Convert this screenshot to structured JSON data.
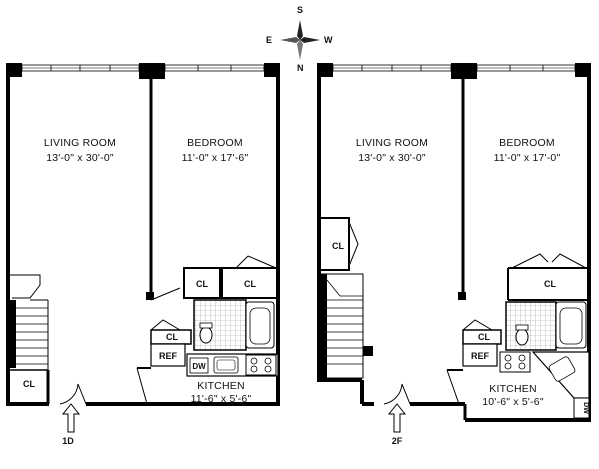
{
  "compass": {
    "north": "N",
    "south": "S",
    "east": "E",
    "west": "W"
  },
  "units": [
    {
      "unit_label": "1D",
      "living_room": {
        "name": "LIVING ROOM",
        "size": "13'-0\" x 30'-0\""
      },
      "bedroom": {
        "name": "BEDROOM",
        "size": "11'-0\" x 17'-6\""
      },
      "kitchen": {
        "name": "KITCHEN",
        "size": "11'-6\" x 5'-6\""
      },
      "closets": [
        "CL",
        "CL",
        "CL",
        "CL"
      ],
      "appliances": {
        "refrigerator": "REF",
        "dishwasher": "DW"
      }
    },
    {
      "unit_label": "2F",
      "living_room": {
        "name": "LIVING ROOM",
        "size": "13'-0\" x 30'-0\""
      },
      "bedroom": {
        "name": "BEDROOM",
        "size": "11'-0\" x 17'-0\""
      },
      "kitchen": {
        "name": "KITCHEN",
        "size": "10'-6\" x 5'-6\""
      },
      "closets": [
        "CL",
        "CL",
        "CL"
      ],
      "appliances": {
        "refrigerator": "REF",
        "dishwasher": "DW"
      }
    }
  ]
}
